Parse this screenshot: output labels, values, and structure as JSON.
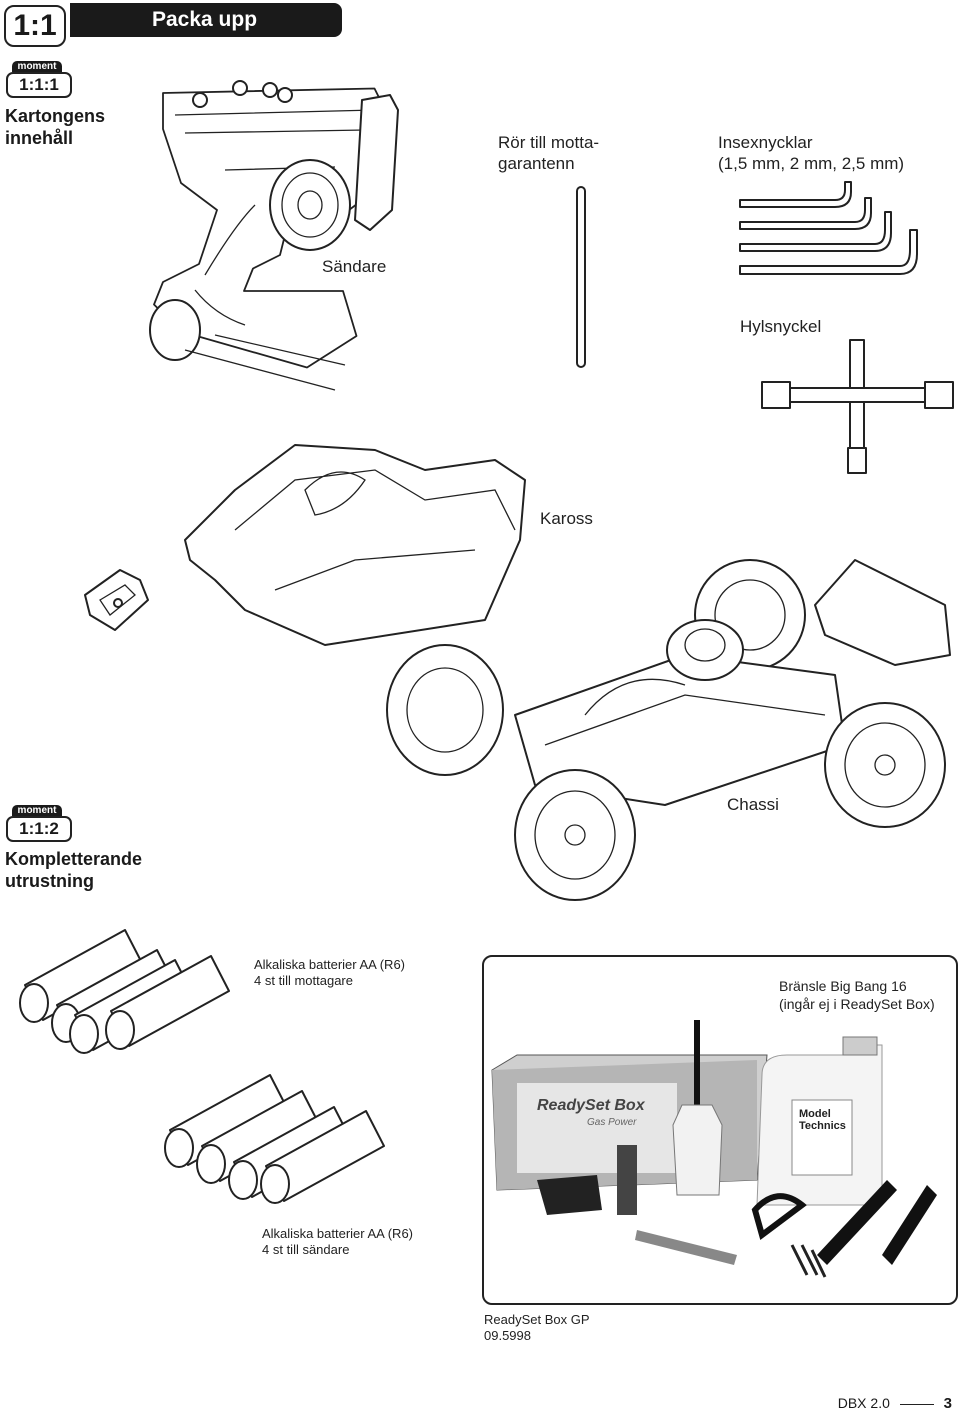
{
  "header": {
    "section_number": "1:1",
    "section_title": "Packa upp"
  },
  "moments": [
    {
      "label": "moment",
      "number": "1:1:1",
      "heading_line1": "Kartongens",
      "heading_line2": "innehåll"
    },
    {
      "label": "moment",
      "number": "1:1:2",
      "heading_line1": "Kompletterande",
      "heading_line2": "utrustning"
    }
  ],
  "items": {
    "transmitter": "Sändare",
    "antenna_tube_line1": "Rör till motta-",
    "antenna_tube_line2": "garantenn",
    "hex_keys_line1": "Insexnycklar",
    "hex_keys_line2": "(1,5 mm, 2 mm, 2,5 mm)",
    "socket_wrench": "Hylsnyckel",
    "body": "Kaross",
    "chassis": "Chassi"
  },
  "extras": {
    "batteries_receiver_line1": "Alkaliska batterier AA (R6)",
    "batteries_receiver_line2": "4 st till mottagare",
    "batteries_transmitter_line1": "Alkaliska batterier AA (R6)",
    "batteries_transmitter_line2": "4 st till sändare",
    "fuel_line1": "Bränsle Big Bang 16",
    "fuel_line2": "(ingår ej i ReadySet Box)",
    "readyset_name": "ReadySet Box GP",
    "readyset_number": "09.5998",
    "box_brand": "ReadySet Box",
    "box_subtitle": "Gas Power",
    "bottle_brand_line1": "Model",
    "bottle_brand_line2": "Technics"
  },
  "footer": {
    "product": "DBX 2.0",
    "page": "3"
  }
}
